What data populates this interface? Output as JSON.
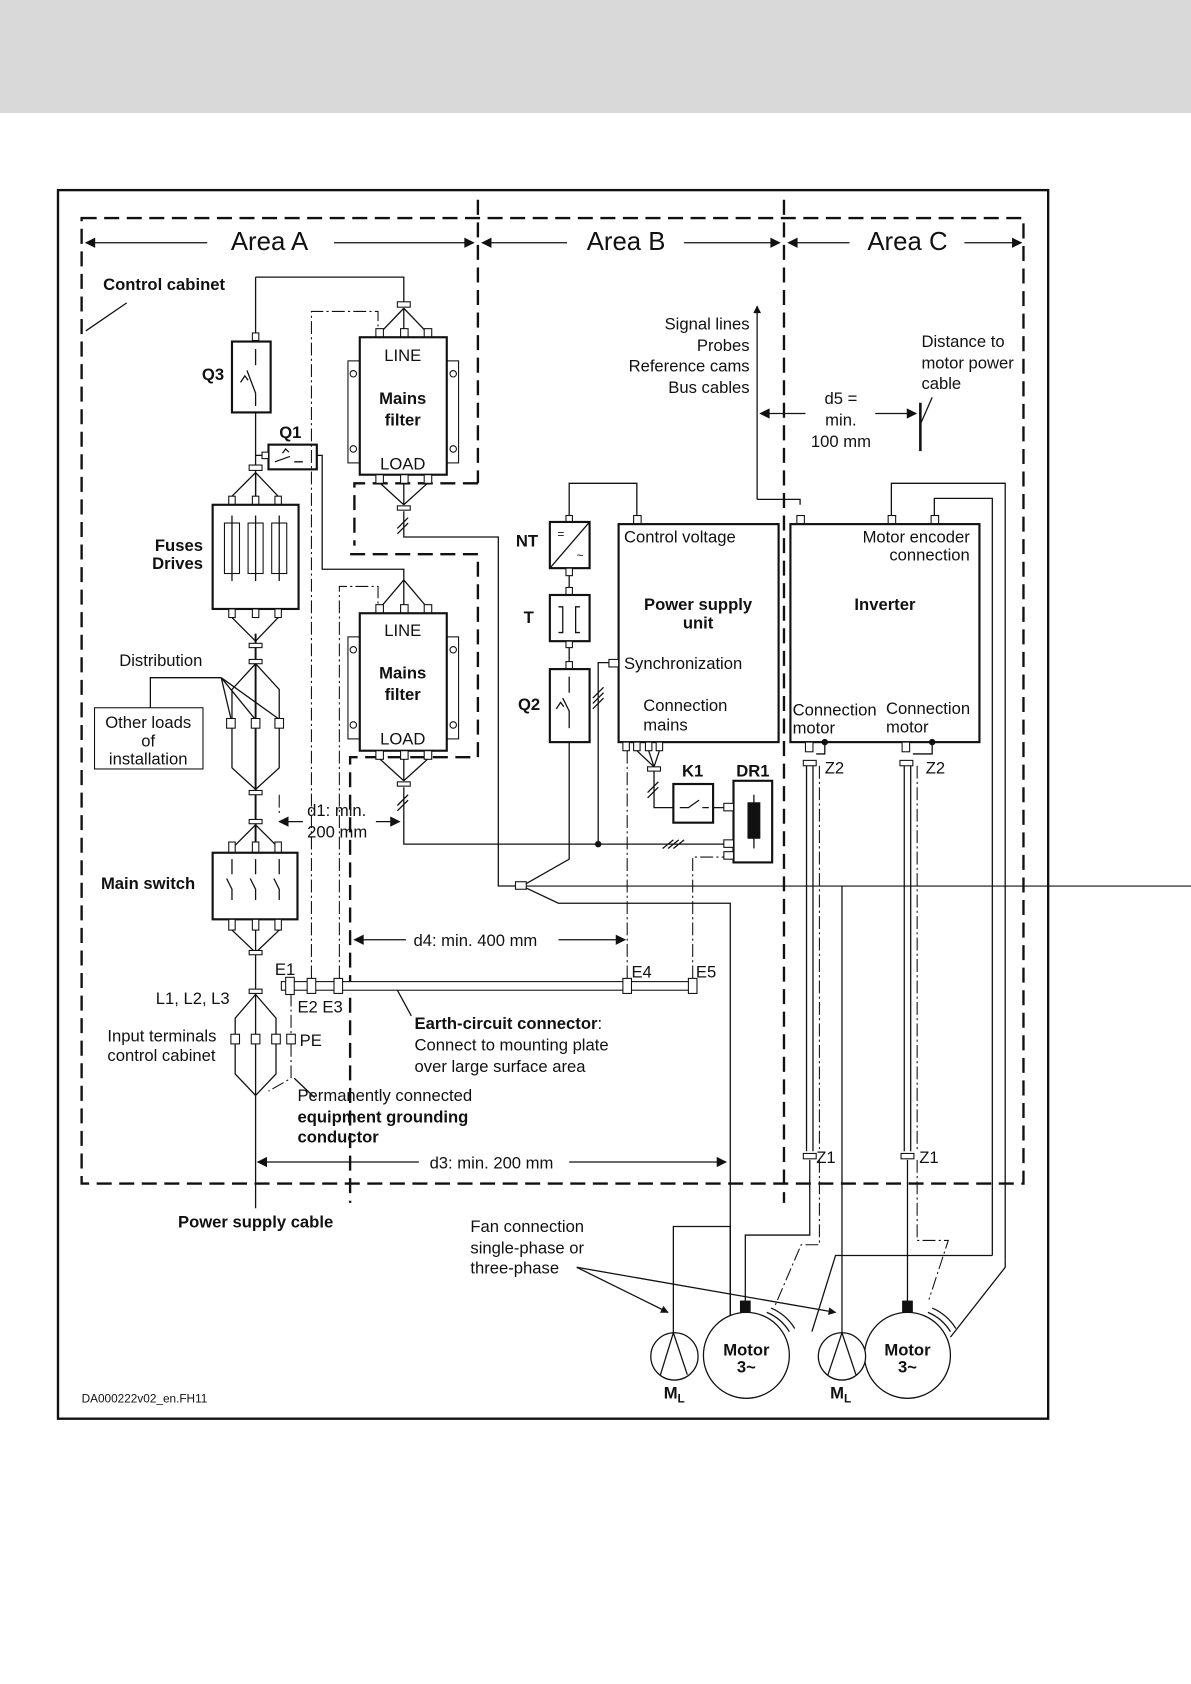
{
  "page": {
    "header_band_color": "#d9d9d9",
    "figure_id": "DA000222v02_en.FH11"
  },
  "areas": {
    "a": "Area A",
    "b": "Area B",
    "c": "Area C"
  },
  "labels": {
    "control_cabinet": "Control cabinet",
    "q3": "Q3",
    "q1": "Q1",
    "q2": "Q2",
    "fuses_line1": "Fuses",
    "fuses_line2": "Drives",
    "distribution": "Distribution",
    "other_loads_line1": "Other loads",
    "other_loads_line2": "of",
    "other_loads_line3": "installation",
    "main_switch": "Main switch",
    "l1l2l3": "L1, L2, L3",
    "input_terminals_line1": "Input terminals",
    "input_terminals_line2": "control cabinet",
    "pe": "PE",
    "e1": "E1",
    "e2e3": "E2 E3",
    "e4": "E4",
    "e5": "E5",
    "power_supply_cable": "Power supply cable",
    "nt": "NT",
    "t": "T",
    "k1": "K1",
    "dr1": "DR1",
    "z1": "Z1",
    "z2": "Z2",
    "ml": "M",
    "ml_sub": "L"
  },
  "mains_filter": {
    "line": "LINE",
    "name_line1": "Mains",
    "name_line2": "filter",
    "load": "LOAD"
  },
  "power_supply_unit": {
    "control_voltage": "Control voltage",
    "name_line1": "Power supply",
    "name_line2": "unit",
    "synchronization": "Synchronization",
    "connection_mains_line1": "Connection",
    "connection_mains_line2": "mains"
  },
  "inverter": {
    "encoder_line1": "Motor encoder",
    "encoder_line2": "connection",
    "name": "Inverter",
    "conn_motor_line1": "Connection",
    "conn_motor_line2": "motor"
  },
  "motor": {
    "line1": "Motor",
    "line2": "3~"
  },
  "signal_lines": [
    "Signal lines",
    "Probes",
    "Reference cams",
    "Bus cables"
  ],
  "distance_to_motor": [
    "Distance to",
    "motor power",
    "cable"
  ],
  "dimensions": {
    "d1_line1": "d1:  min.",
    "d1_line2": "200 mm",
    "d3": "d3: min. 200 mm",
    "d4": "d4: min. 400 mm",
    "d5_line1": "d5 =",
    "d5_line2": "min.",
    "d5_line3": "100 mm"
  },
  "earth_connector": {
    "title": "Earth-circuit connector",
    "colon": ":",
    "line2": "Connect to mounting plate",
    "line3": "over large surface area"
  },
  "grounding": {
    "line1": "Permanently connected",
    "line2": "equipment grounding",
    "line3": "conductor"
  },
  "fan": {
    "line1": "Fan connection",
    "line2": "single-phase or",
    "line3": "three-phase"
  }
}
